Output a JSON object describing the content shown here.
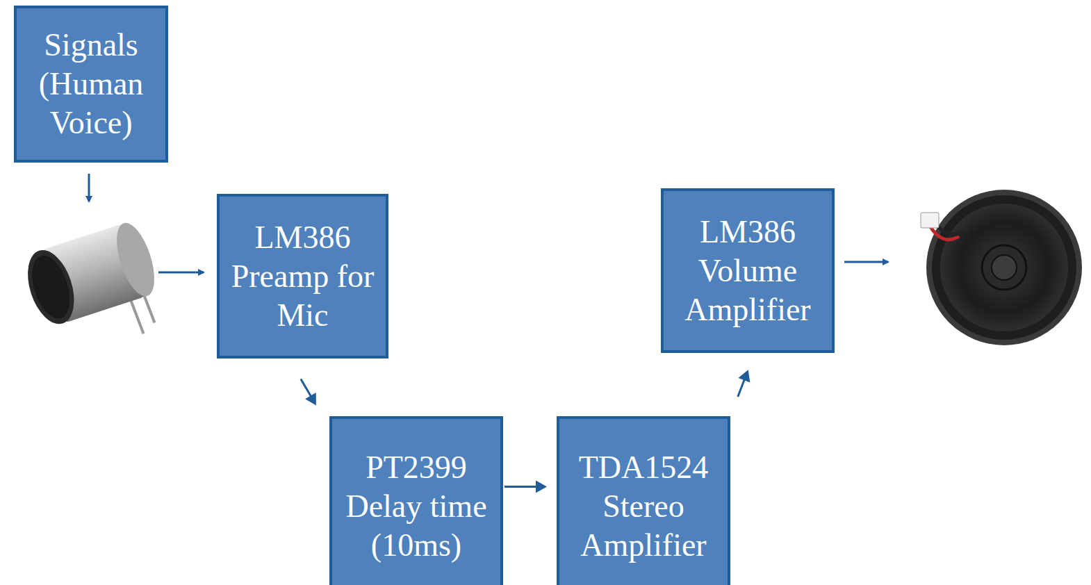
{
  "diagram": {
    "nodes": [
      {
        "text": [
          "Signals (Human Voice)"
        ]
      },
      {
        "text": [
          "LM386 Preamp for Mic"
        ]
      },
      {
        "text": [
          "PT2399 Delay time (10ms)"
        ]
      },
      {
        "text": [
          "TDA1524 Stereo Amplifier"
        ]
      },
      {
        "text": [
          "LM386 Volume Amplifier"
        ]
      }
    ],
    "edges": [
      {
        "from": 1,
        "to": 2,
        "arrow": "to"
      },
      {
        "from": 2,
        "to": 3,
        "arrow": "to"
      },
      {
        "from": 3,
        "to": 4,
        "arrow": "to"
      }
    ]
  }
}
